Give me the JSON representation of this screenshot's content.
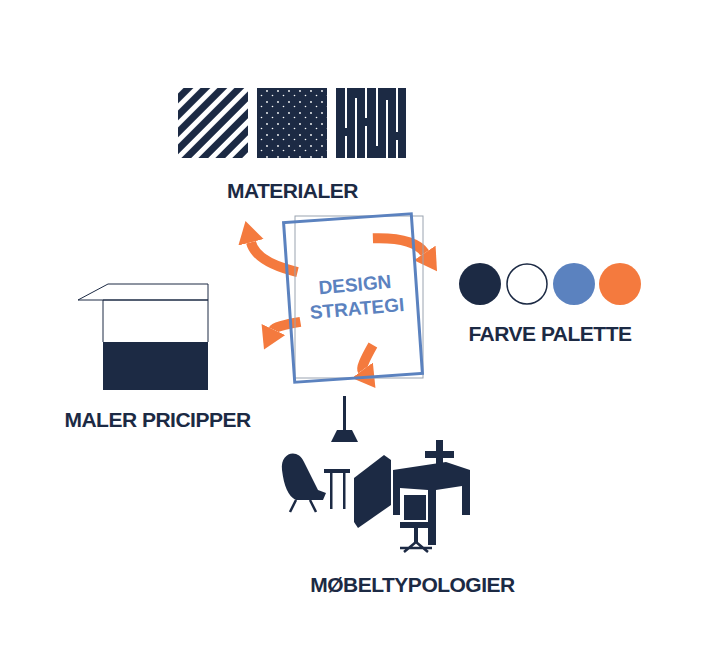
{
  "diagram": {
    "nodes": [
      {
        "text": [
          "MATERIALER"
        ]
      },
      {
        "text": [
          "DESIGN STRATEGI"
        ]
      },
      {
        "text": [
          "FARVE PALETTE"
        ]
      },
      {
        "text": [
          "MALER PRICIPPER"
        ]
      },
      {
        "text": [
          "MØBELTYPOLOGIER"
        ]
      }
    ],
    "edges": [
      {
        "from": 1,
        "to": 0,
        "arrow": "to"
      },
      {
        "from": 1,
        "to": 2,
        "arrow": "to"
      },
      {
        "from": 1,
        "to": 3,
        "arrow": "to"
      },
      {
        "from": 1,
        "to": 4,
        "arrow": "to"
      }
    ]
  }
}
